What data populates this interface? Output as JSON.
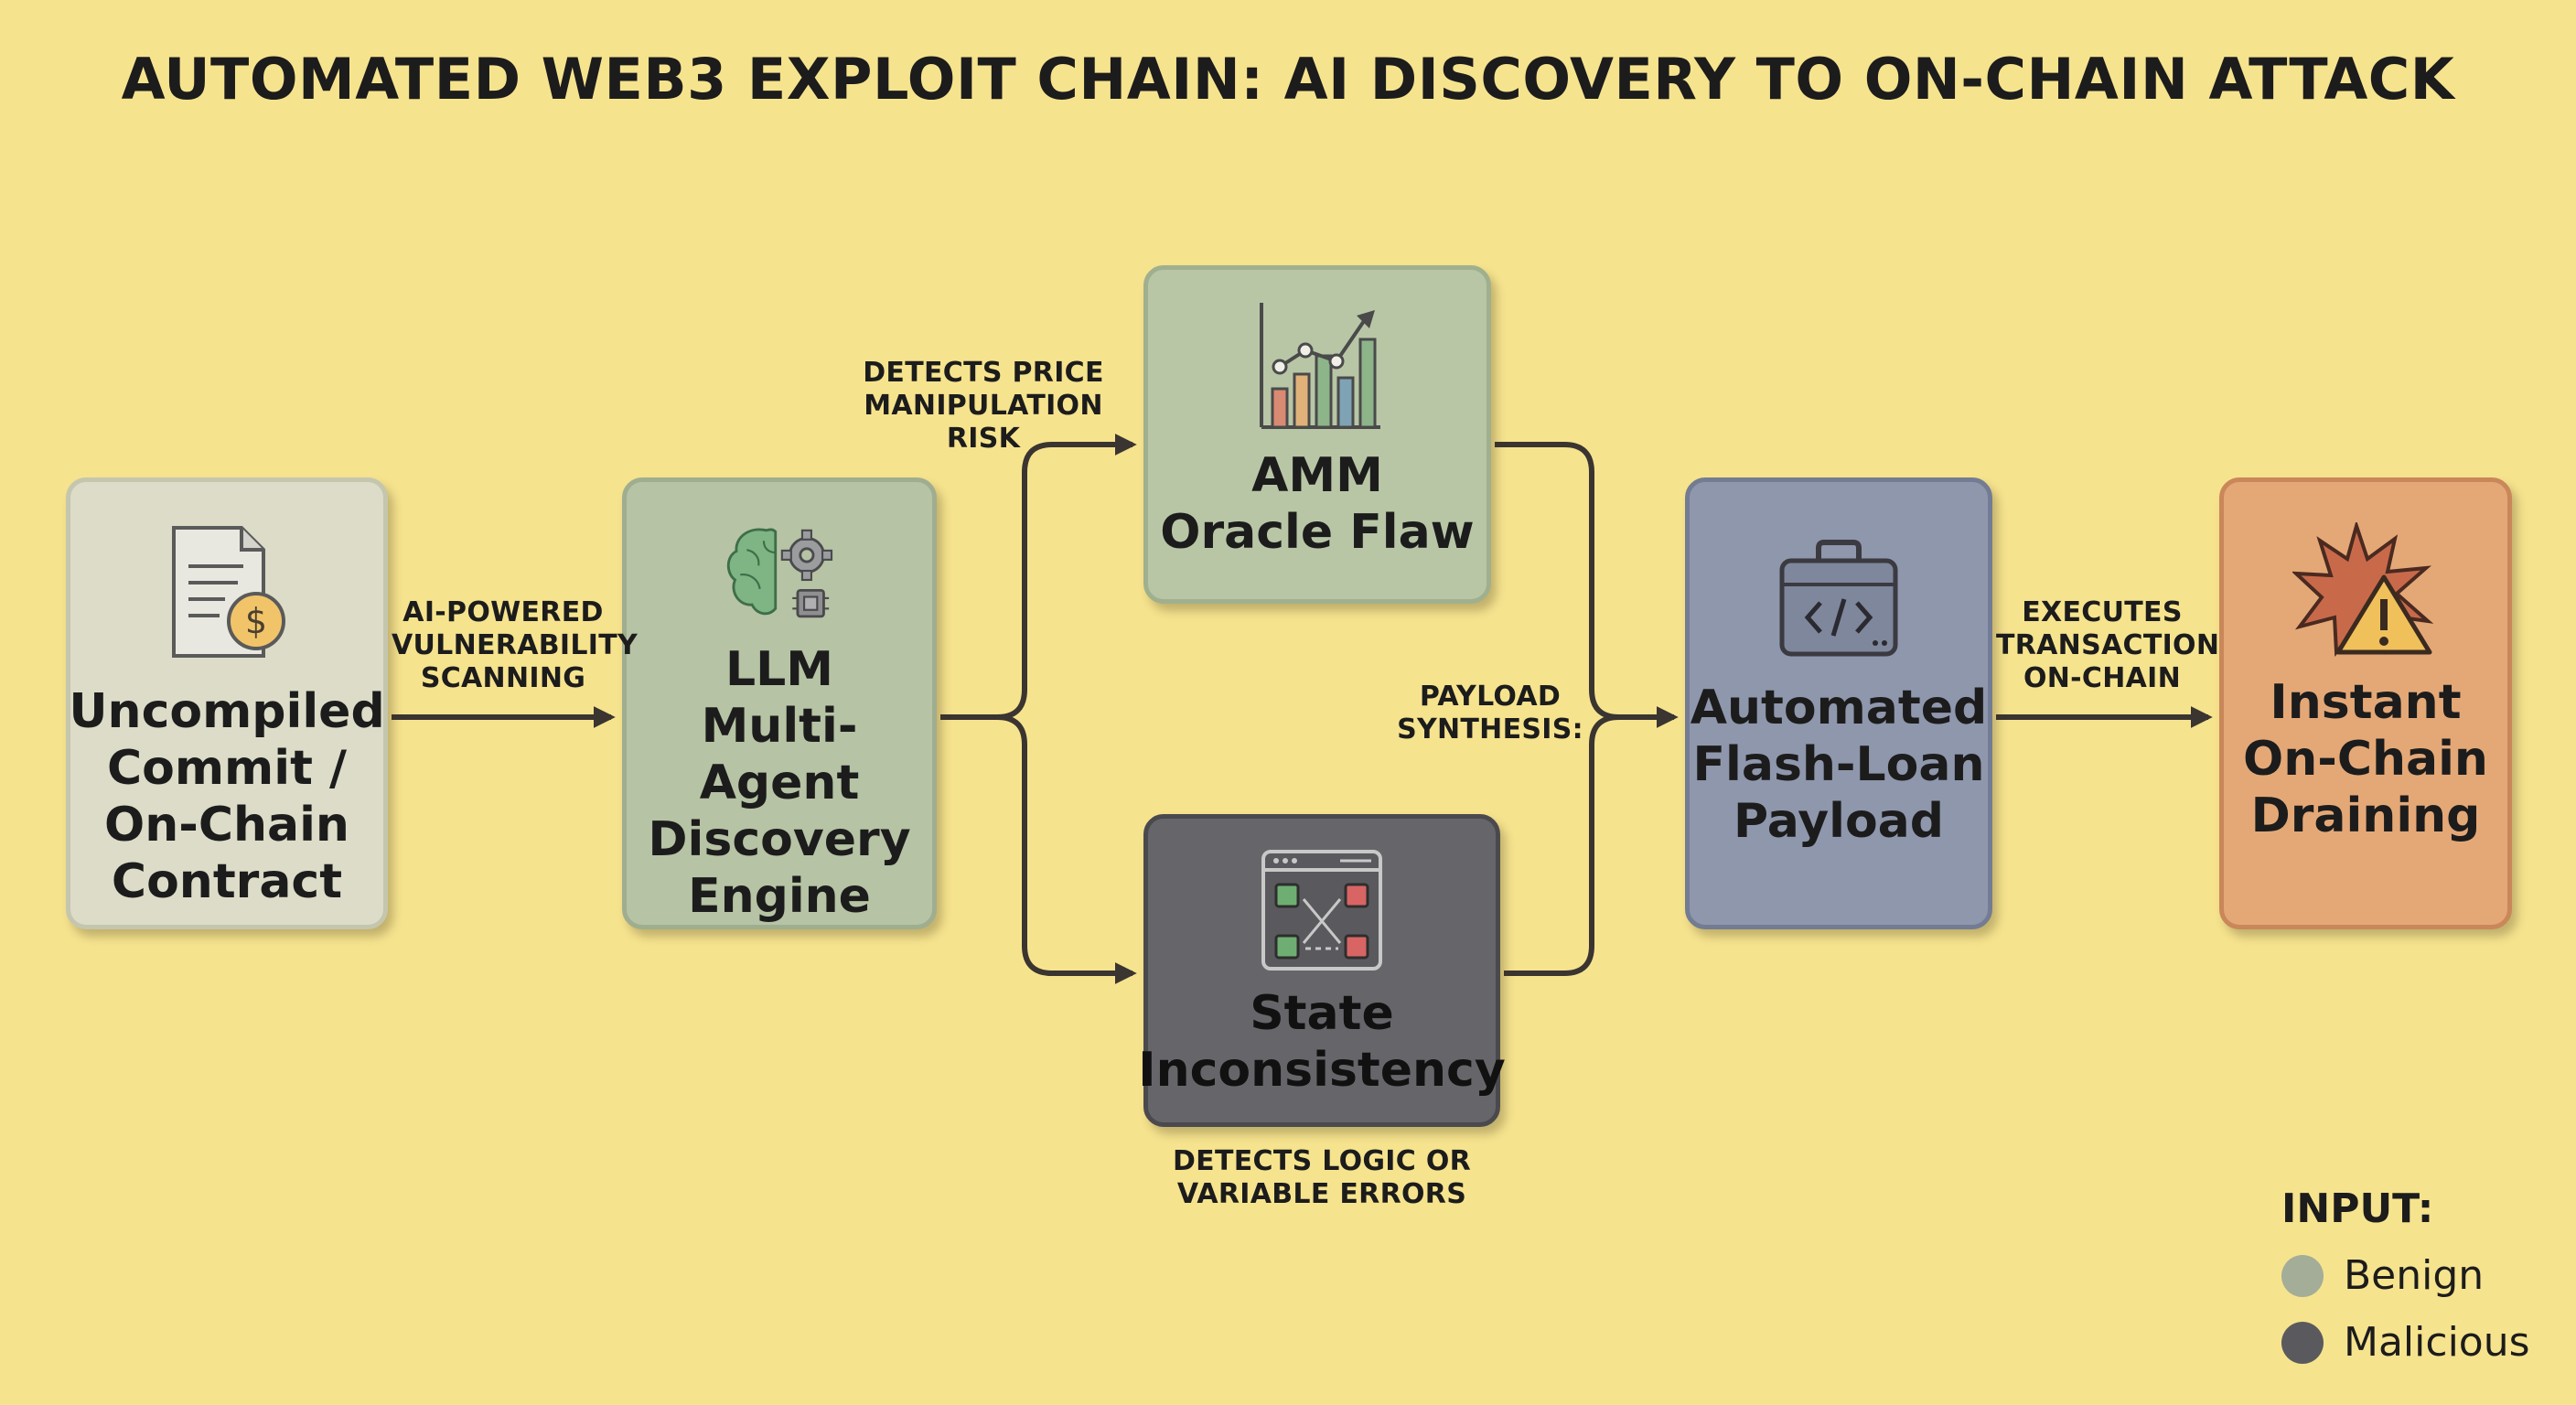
{
  "title": "AUTOMATED WEB3 EXPLOIT CHAIN: AI DISCOVERY TO ON-CHAIN ATTACK",
  "nodes": {
    "input": {
      "label": "Uncompiled\nCommit /\nOn-Chain\nContract",
      "icon": "contract-document-icon"
    },
    "engine": {
      "label": "LLM\nMulti-Agent\nDiscovery\nEngine",
      "icon": "brain-gear-chip-icon"
    },
    "amm": {
      "label": "AMM\nOracle Flaw",
      "icon": "bar-chart-trend-icon"
    },
    "state": {
      "label": "State\nInconsistency",
      "icon": "state-grid-icon"
    },
    "payload": {
      "label": "Automated\nFlash-Loan\nPayload",
      "icon": "code-toolbox-icon"
    },
    "drain": {
      "label": "Instant\nOn-Chain\nDraining",
      "icon": "explosion-warning-icon"
    }
  },
  "edge_labels": {
    "scan": "AI-POWERED\nVULNERABILITY\nSCANNING",
    "price": "DETECTS PRICE\nMANIPULATION RISK",
    "logic": "DETECTS LOGIC OR\nVARIABLE ERRORS",
    "synthesis": "PAYLOAD\nSYNTHESIS:",
    "execute": "EXECUTES\nTRANSACTION\nON-CHAIN"
  },
  "legend": {
    "title": "INPUT:",
    "items": [
      {
        "label": "Benign",
        "color": "#a3ad98"
      },
      {
        "label": "Malicious",
        "color": "#5a5a5e"
      }
    ]
  },
  "colors": {
    "background": "#f6e38e",
    "connector": "#3a3530",
    "benign_node": "#b6c3a4",
    "malicious_node": "#66666a",
    "payload_node": "#8f97ad",
    "drain_node": "#e4a877"
  }
}
